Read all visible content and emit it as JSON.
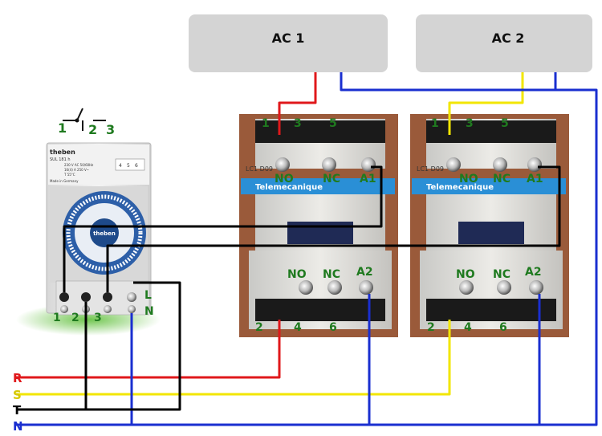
{
  "units": {
    "ac1": "AC 1",
    "ac2": "AC 2"
  },
  "timer": {
    "brand": "theben",
    "model": "SUL 181 h",
    "spec1": "230 V AC 50/60Hz",
    "spec2": "16(4) A 250 V~",
    "spec3": "T 55°C",
    "spec4": "Made in Germany",
    "dial_brand": "theben",
    "switch_labels": [
      "1",
      "2",
      "3"
    ],
    "terminal_top_labels": [
      "4",
      "5",
      "6"
    ],
    "terminal_labels": [
      "1",
      "2",
      "3"
    ],
    "power_labels": [
      "L",
      "N"
    ]
  },
  "contactors": [
    {
      "brand": "Telemecanique",
      "model": "LC1 D09",
      "top_numbers": [
        "1",
        "3",
        "5"
      ],
      "top_contacts": [
        "NO",
        "NC",
        "A1"
      ],
      "bottom_contacts": [
        "NO",
        "NC",
        "A2"
      ],
      "bottom_numbers": [
        "2",
        "4",
        "6"
      ]
    },
    {
      "brand": "Telemecanique",
      "model": "LC1 D09",
      "top_numbers": [
        "1",
        "3",
        "5"
      ],
      "top_contacts": [
        "NO",
        "NC",
        "A1"
      ],
      "bottom_contacts": [
        "NO",
        "NC",
        "A2"
      ],
      "bottom_numbers": [
        "2",
        "4",
        "6"
      ]
    }
  ],
  "phases": [
    {
      "label": "R",
      "color": "#e0181b"
    },
    {
      "label": "S",
      "color": "#e8d800"
    },
    {
      "label": "T",
      "color": "#000000"
    },
    {
      "label": "N",
      "color": "#1a2fd0"
    }
  ],
  "colors": {
    "red": "#e0181b",
    "yellow": "#f2e600",
    "black": "#000000",
    "blue": "#1a2fd0",
    "label_green": "#1f7a1f",
    "ac_box": "#d4d4d4"
  }
}
